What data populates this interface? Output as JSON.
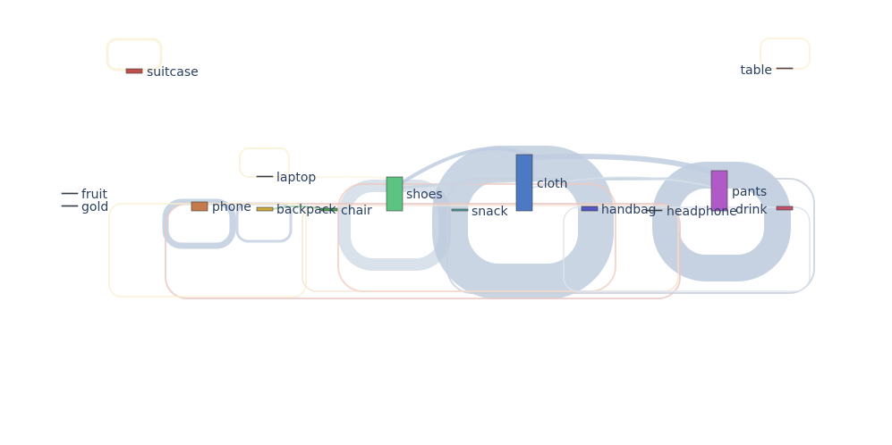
{
  "chart_data": {
    "type": "sankey",
    "title": "",
    "nodes": [
      {
        "id": "suitcase",
        "label": "suitcase",
        "color": "#c0504d"
      },
      {
        "id": "fruit",
        "label": "fruit",
        "color": "#2a3f5f"
      },
      {
        "id": "gold",
        "label": "gold",
        "color": "#2a3f5f"
      },
      {
        "id": "phone",
        "label": "phone",
        "color": "#c47a4a"
      },
      {
        "id": "laptop",
        "label": "laptop",
        "color": "#2a3f5f"
      },
      {
        "id": "backpack",
        "label": "backpack",
        "color": "#c9a83e"
      },
      {
        "id": "chair",
        "label": "chair",
        "color": "#4aa34a"
      },
      {
        "id": "shoes",
        "label": "shoes",
        "color": "#5cc383"
      },
      {
        "id": "snack",
        "label": "snack",
        "color": "#4aa3a3"
      },
      {
        "id": "cloth",
        "label": "cloth",
        "color": "#4c79c4"
      },
      {
        "id": "handbag",
        "label": "handbag",
        "color": "#5456c4"
      },
      {
        "id": "headphone",
        "label": "headphone",
        "color": "#2a3f5f"
      },
      {
        "id": "pants",
        "label": "pants",
        "color": "#b05ac8"
      },
      {
        "id": "drink",
        "label": "drink",
        "color": "#c4506c"
      },
      {
        "id": "table",
        "label": "table",
        "color": "#a04868"
      }
    ],
    "link_color": "#b0c0d6"
  }
}
